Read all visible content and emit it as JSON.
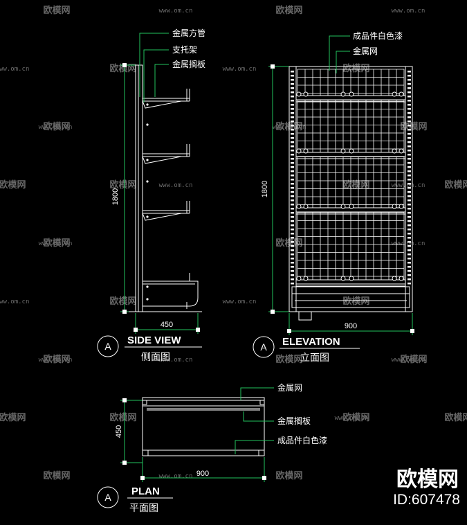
{
  "colors": {
    "background": "#000000",
    "lines": "#ffffff",
    "leaders": "#22c55e",
    "watermark": "#7a7a7a"
  },
  "watermark": {
    "logo_text": "欧模网",
    "url_text": "www.om.cn"
  },
  "side_view": {
    "title": "SIDE VIEW",
    "subtitle": "侧面图",
    "marker": "A",
    "height_dim": "1800",
    "width_dim": "450",
    "callouts": [
      "金属方管",
      "支托架",
      "金属搁板"
    ]
  },
  "elevation": {
    "title": "ELEVATION",
    "subtitle": "立面图",
    "marker": "A",
    "height_dim": "1800",
    "width_dim": "900",
    "callouts": [
      "成品件白色漆",
      "金属网"
    ]
  },
  "plan": {
    "title": "PLAN",
    "subtitle": "平面图",
    "marker": "A",
    "depth_dim": "450",
    "width_dim": "900",
    "callouts": [
      "金属网",
      "金属搁板",
      "成品件白色漆"
    ]
  },
  "brand": {
    "name": "欧模网",
    "id": "ID:607478"
  }
}
